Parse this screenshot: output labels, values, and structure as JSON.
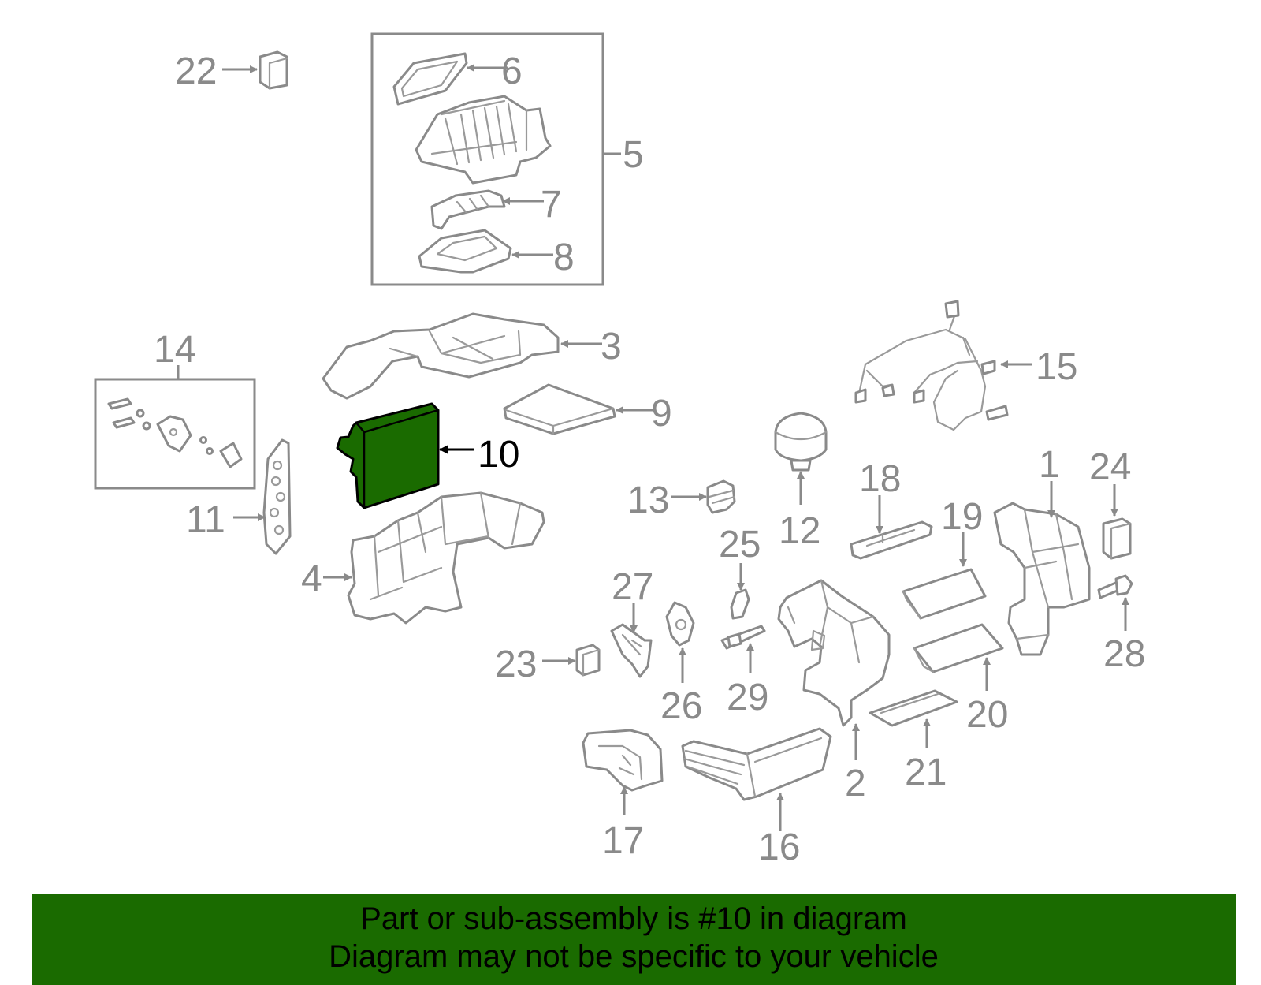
{
  "callouts": {
    "c1": "1",
    "c2": "2",
    "c3": "3",
    "c4": "4",
    "c5": "5",
    "c6": "6",
    "c7": "7",
    "c8": "8",
    "c9": "9",
    "c10": "10",
    "c11": "11",
    "c12": "12",
    "c13": "13",
    "c14": "14",
    "c15": "15",
    "c16": "16",
    "c17": "17",
    "c18": "18",
    "c19": "19",
    "c20": "20",
    "c21": "21",
    "c22": "22",
    "c23": "23",
    "c24": "24",
    "c25": "25",
    "c26": "26",
    "c27": "27",
    "c28": "28",
    "c29": "29"
  },
  "highlighted_part": "10",
  "banner": {
    "line1": "Part or sub-assembly is #10 in diagram",
    "line2": "Diagram may not be specific to your vehicle"
  },
  "colors": {
    "highlight": "#1a6b00",
    "banner_bg": "#1a6b00",
    "line_gray": "#8a8a8a",
    "text_black": "#000000"
  }
}
